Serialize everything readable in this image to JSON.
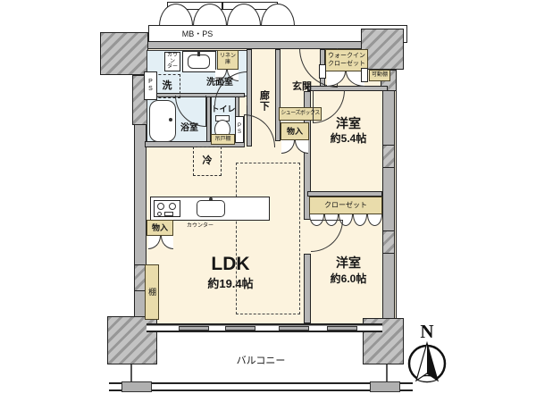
{
  "rooms": {
    "ldk": {
      "name": "LDK",
      "size": "約19.4帖"
    },
    "bedroom_54": {
      "name": "洋室",
      "size": "約5.4帖"
    },
    "bedroom_60": {
      "name": "洋室",
      "size": "約6.0帖"
    },
    "entrance": {
      "name": "玄関"
    },
    "hallway": {
      "name": "廊下"
    },
    "washroom": {
      "name": "洗面室"
    },
    "bathroom": {
      "name": "浴室"
    },
    "toilet": {
      "name": "トイレ"
    },
    "balcony": {
      "name": "バルコニー"
    }
  },
  "labels": {
    "mb_ps": "MB・PS",
    "ps": "PS",
    "ps_toilet": "PS",
    "linen": "リネン\n庫",
    "counter_small": "カウン\nター",
    "counter_kitchen": "カウンター",
    "washer": "洗",
    "fridge": "冷",
    "walk_in_closet": "ウォークイン\nクローゼット",
    "movable_shelf": "可動棚",
    "closet": "クローゼット",
    "shoe_box": "シューズボックス",
    "storage_hall": "物入",
    "storage_kitchen": "物入",
    "shelf": "棚",
    "hanging_cabinet": "吊戸棚"
  },
  "compass": {
    "label": "N"
  },
  "colors": {
    "floor": "#fcf3de",
    "water_room": "#e3eff5",
    "storage": "#e9dcab",
    "wall": "#b6b6b6",
    "outline": "#222222"
  }
}
